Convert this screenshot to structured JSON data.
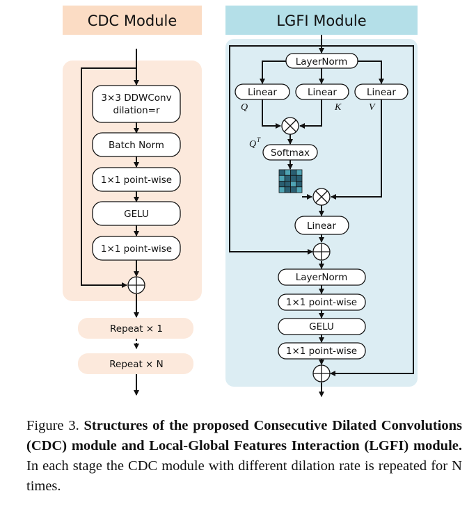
{
  "cdc": {
    "title": "CDC Module",
    "blocks": [
      "3×3 DDWConv",
      "dilation=r",
      "Batch Norm",
      "1×1 point-wise",
      "GELU",
      "1×1 point-wise"
    ],
    "repeat_first": "Repeat × 1",
    "repeat_n": "Repeat × N"
  },
  "lgfi": {
    "title": "LGFI Module",
    "layernorm_top": "LayerNorm",
    "linear_q": "Linear",
    "linear_k": "Linear",
    "linear_v": "Linear",
    "label_q": "Q",
    "label_k": "K",
    "label_v": "V",
    "label_qt": "Q",
    "label_qt_sup": "T",
    "softmax": "Softmax",
    "linear_out": "Linear",
    "layernorm_bottom": "LayerNorm",
    "pw1": "1×1 point-wise",
    "gelu": "GELU",
    "pw2": "1×1 point-wise"
  },
  "colors": {
    "cdc_header": "#fbdcc4",
    "cdc_panel": "#fce9dc",
    "lgfi_header": "#b4dfe8",
    "lgfi_panel": "#dcedf3",
    "matrix_dark": "#2a5f72",
    "matrix_light": "#4fa3b3"
  },
  "caption": {
    "fig": "Figure 3.",
    "bold": "Structures of the proposed Consecutive Dilated Convolutions (CDC) module and Local-Global Features Interaction (LGFI) module.",
    "rest": "In each stage the CDC module with different dilation rate is repeated for N times."
  }
}
